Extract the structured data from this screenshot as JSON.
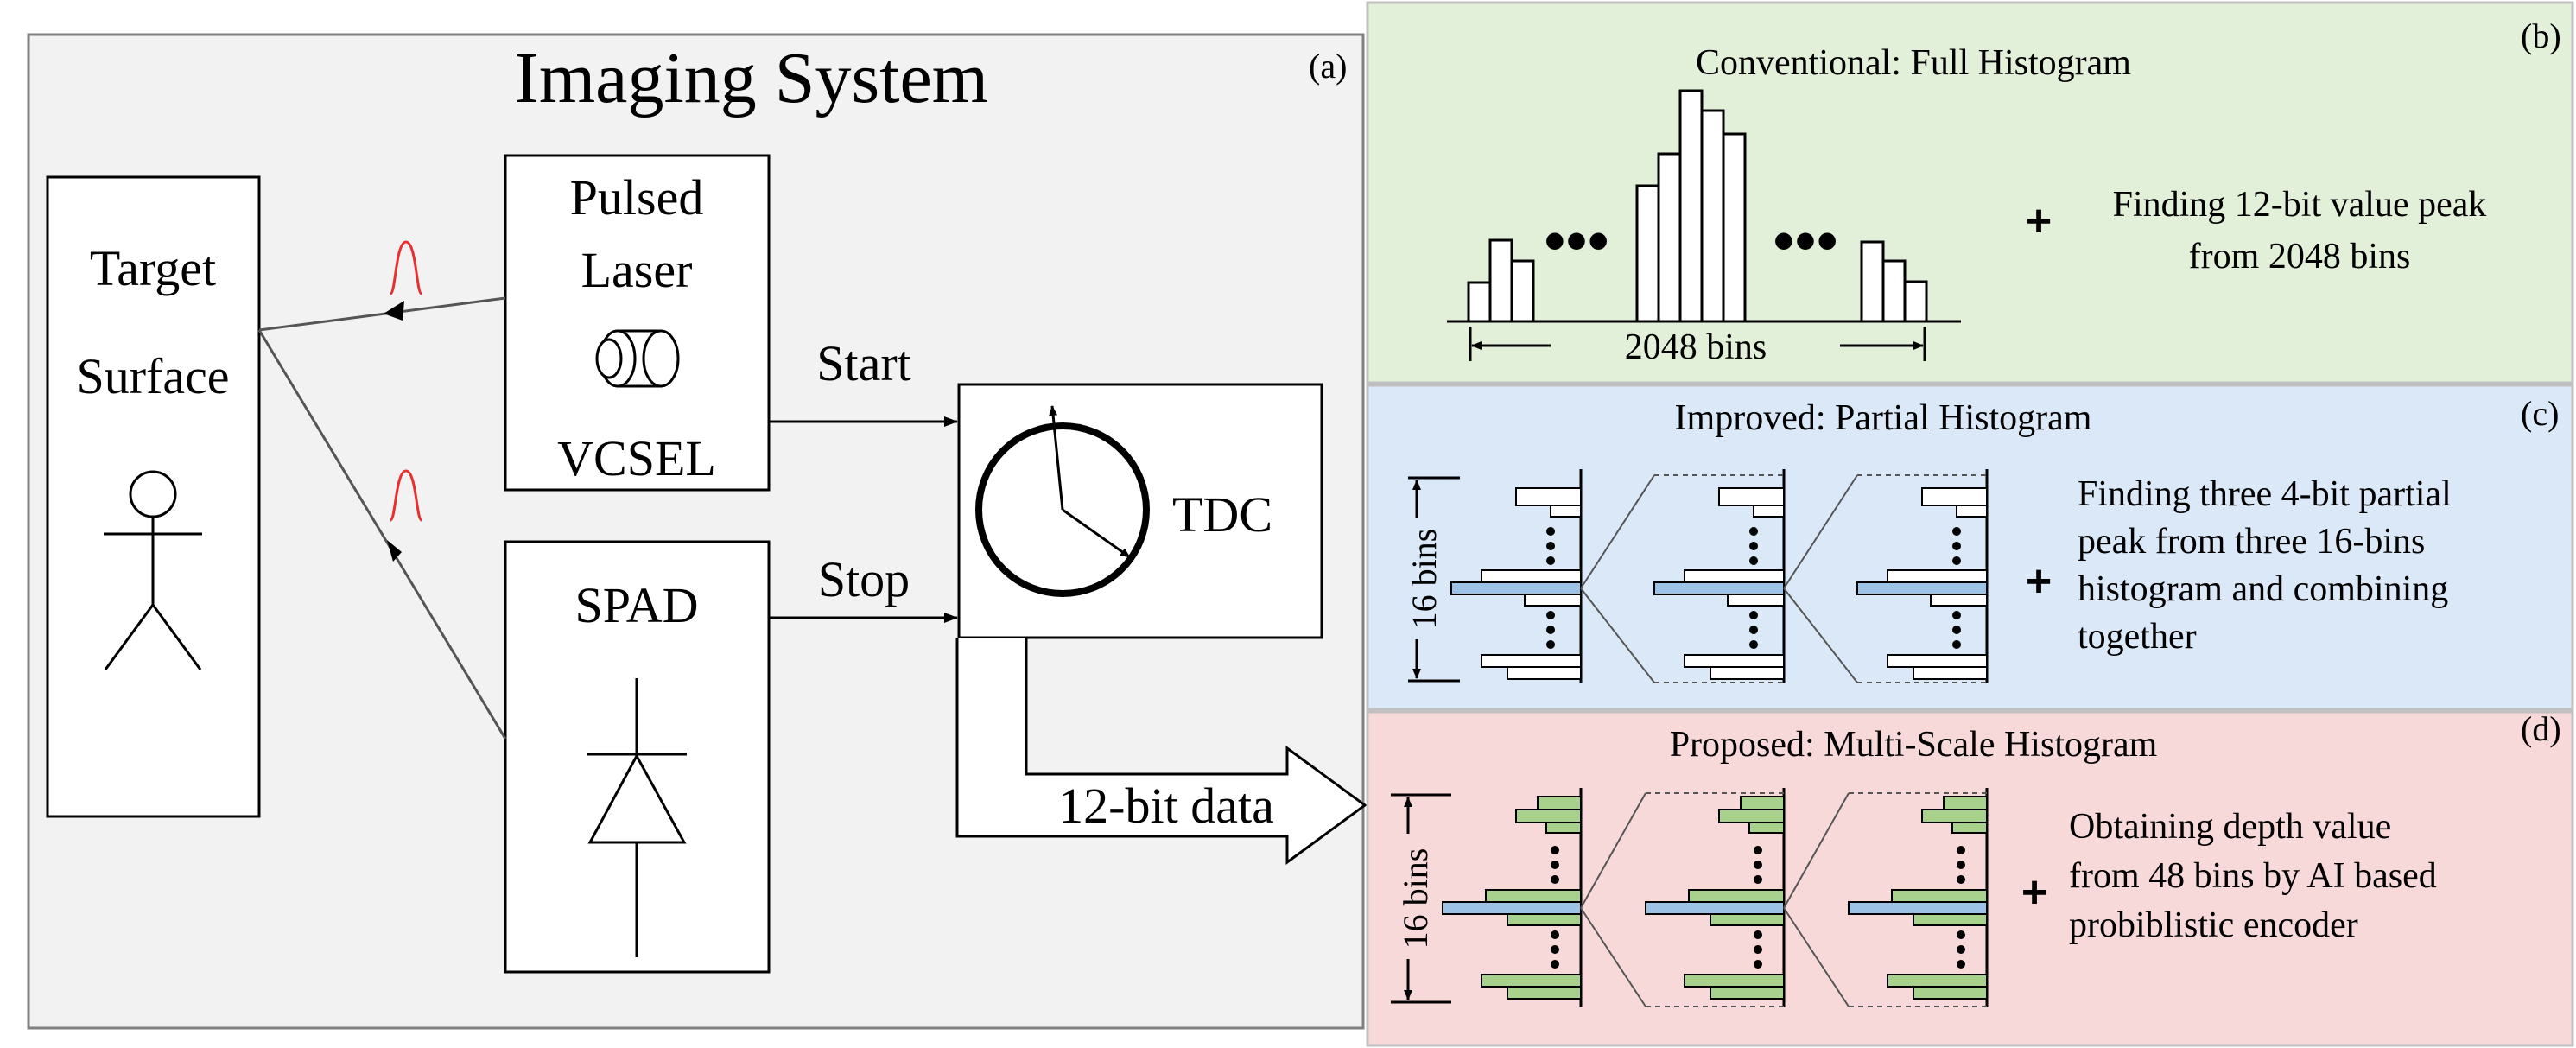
{
  "panel_a": {
    "label": "(a)",
    "title": "Imaging System",
    "target_line1": "Target",
    "target_line2": "Surface",
    "laser_line1": "Pulsed",
    "laser_line2": "Laser",
    "vcsel": "VCSEL",
    "spad": "SPAD",
    "start": "Start",
    "stop": "Stop",
    "tdc": "TDC",
    "data_out": "12-bit data"
  },
  "panel_b": {
    "label": "(b)",
    "title": "Conventional: Full Histogram",
    "bins_label": "2048 bins",
    "plus": "+",
    "desc_line1": "Finding 12-bit value peak",
    "desc_line2": "from 2048 bins",
    "dots": "•••",
    "bg": "#e2efd9"
  },
  "panel_c": {
    "label": "(c)",
    "title": "Improved: Partial Histogram",
    "axis_label": "16 bins",
    "plus": "+",
    "desc_line1": "Finding three 4-bit partial",
    "desc_line2": "peak from three 16-bins",
    "desc_line3": "histogram and combining",
    "desc_line4": "together",
    "bg": "#dae8f8"
  },
  "panel_d": {
    "label": "(d)",
    "title": "Proposed: Multi-Scale Histogram",
    "axis_label": "16 bins",
    "plus": "+",
    "desc_line1": "Obtaining depth value",
    "desc_line2": "from 48 bins by AI based",
    "desc_line3": "probiblistic encoder",
    "bg": "#f8d9d9"
  },
  "colors": {
    "panel_a_bg": "#f2f2f2",
    "pulse": "#e83030",
    "peak_bar": "#9cc3e5",
    "multi_bar": "#a9d18e"
  }
}
